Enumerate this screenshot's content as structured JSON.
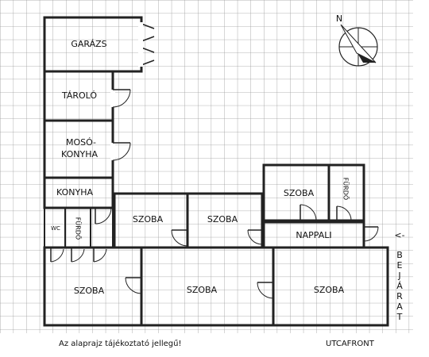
{
  "rooms": {
    "garazs": "GARÁZS",
    "tarolo": "TÁROLÓ",
    "moso_line1": "MOSÓ-",
    "moso_line2": "KONYHA",
    "konyha": "KONYHA",
    "wc": "WC",
    "furdo_left": "FÜRDŐ",
    "szoba_mid_left": "SZOBA",
    "szoba_mid_right": "SZOBA",
    "szoba_upper_right": "SZOBA",
    "furdo_right": "FÜRDŐ",
    "nappali": "NAPPALI",
    "szoba_bottom_left": "SZOBA",
    "szoba_bottom_mid": "SZOBA",
    "szoba_bottom_right": "SZOBA"
  },
  "entrance": {
    "arrow": "<-",
    "label": "BEJÁRAT"
  },
  "footer": {
    "disclaimer": "Az alaprajz tájékoztató jellegű!",
    "street_front": "UTCAFRONT"
  },
  "compass": {
    "north_letter": "N"
  }
}
